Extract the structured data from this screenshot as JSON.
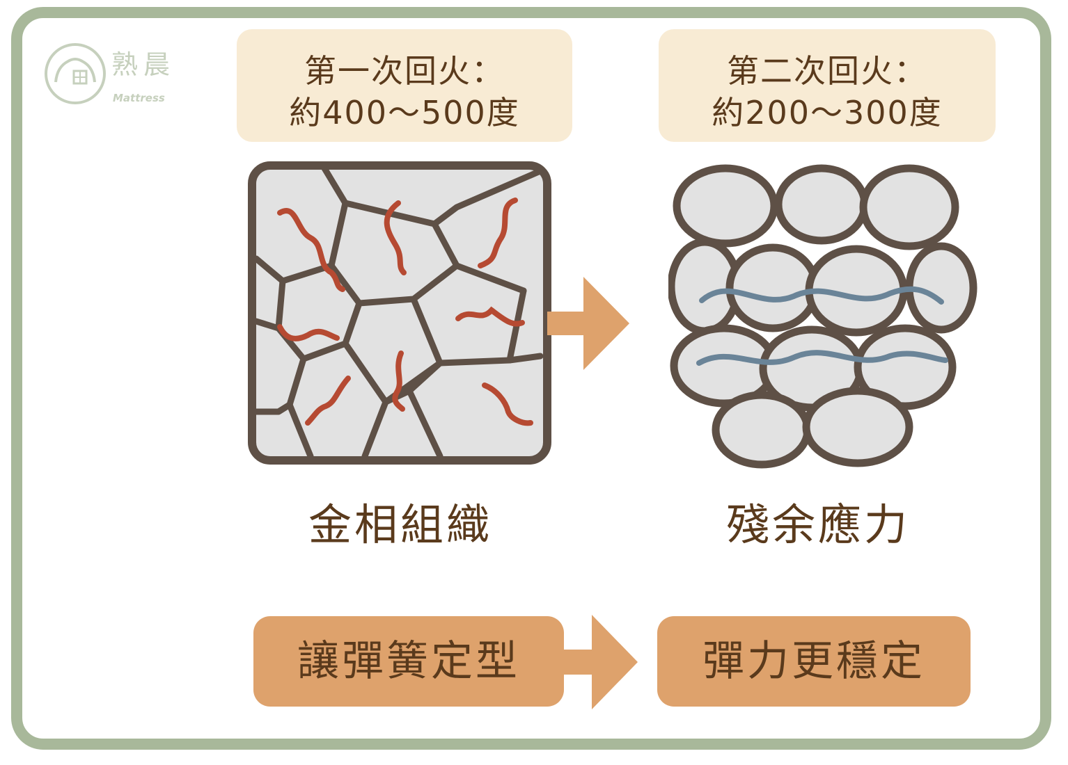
{
  "logo": {
    "name": "熟晨",
    "sub": "Mattress"
  },
  "first_temper": {
    "line1": "第一次回火：",
    "line2": "約400～500度"
  },
  "second_temper": {
    "line1": "第二次回火：",
    "line2": "約200～300度"
  },
  "captions": {
    "left": "金相組織",
    "right": "殘余應力"
  },
  "results": {
    "left": "讓彈簧定型",
    "right": "彈力更穩定"
  },
  "colors": {
    "frame": "#a8b89a",
    "temp_bg": "#f8ebd4",
    "text": "#5a3a1c",
    "result_bg": "#dea26c",
    "arrow": "#dea26c",
    "grain_fill": "#e2e2e2",
    "outline": "#5e5046",
    "red_squiggle": "#b64a32",
    "blue_wave": "#6a8498"
  }
}
